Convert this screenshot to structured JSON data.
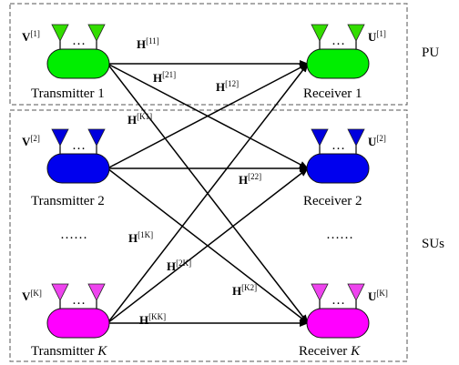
{
  "groups": {
    "pu": "PU",
    "sus": "SUs"
  },
  "nodes": {
    "tx1": {
      "label": "Transmitter 1",
      "precoder": "V",
      "precoder_sup": "[1]",
      "color": "#00ee00",
      "antenna_color": "#33dd00"
    },
    "tx2": {
      "label": "Transmitter 2",
      "precoder": "V",
      "precoder_sup": "[2]",
      "color": "#0000ee",
      "antenna_color": "#0000dd"
    },
    "txK": {
      "label_prefix": "Transmitter ",
      "label_index": "K",
      "precoder": "V",
      "precoder_sup": "[K]",
      "color": "#ff00ff",
      "antenna_color": "#ee44ee"
    },
    "rx1": {
      "label": "Receiver 1",
      "decoder": "U",
      "decoder_sup": "[1]",
      "color": "#00ee00",
      "antenna_color": "#33dd00"
    },
    "rx2": {
      "label": "Receiver 2",
      "decoder": "U",
      "decoder_sup": "[2]",
      "color": "#0000ee",
      "antenna_color": "#0000dd"
    },
    "rxK": {
      "label_prefix": "Receiver ",
      "label_index": "K",
      "decoder": "U",
      "decoder_sup": "[K]",
      "color": "#ff00ff",
      "antenna_color": "#ee44ee"
    }
  },
  "antenna_dots": "…",
  "ellipsis": "……",
  "channels": [
    {
      "from": "tx1",
      "to": "rx1",
      "symbol": "H",
      "sup": "[11]"
    },
    {
      "from": "tx1",
      "to": "rx2",
      "symbol": "H",
      "sup": "[21]"
    },
    {
      "from": "tx1",
      "to": "rxK",
      "symbol": "H",
      "sup": "[K1]"
    },
    {
      "from": "tx2",
      "to": "rx1",
      "symbol": "H",
      "sup": "[12]"
    },
    {
      "from": "tx2",
      "to": "rx2",
      "symbol": "H",
      "sup": "[22]"
    },
    {
      "from": "tx2",
      "to": "rxK",
      "symbol": "H",
      "sup": "[K2]"
    },
    {
      "from": "txK",
      "to": "rx1",
      "symbol": "H",
      "sup": "[1K]"
    },
    {
      "from": "txK",
      "to": "rx2",
      "symbol": "H",
      "sup": "[2K]"
    },
    {
      "from": "txK",
      "to": "rxK",
      "symbol": "H",
      "sup": "[KK]"
    }
  ]
}
